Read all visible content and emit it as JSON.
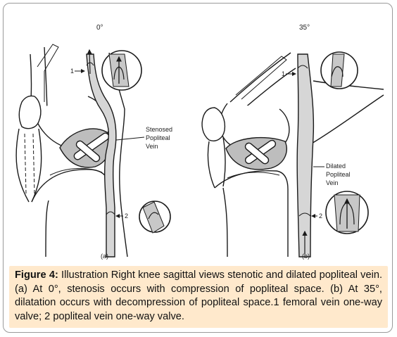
{
  "panels": [
    {
      "angle": "0°",
      "letter": "(a)",
      "label_1": "1",
      "label_2": "2",
      "vein_label": [
        "Stenosed",
        "Popliteal",
        "Vein"
      ]
    },
    {
      "angle": "35°",
      "letter": "(b)",
      "label_1": "1",
      "label_2": "2",
      "vein_label": [
        "Dilated",
        "Popliteal",
        "Vein"
      ]
    }
  ],
  "caption": {
    "label": "Figure 4:",
    "text": " Illustration Right knee sagittal views stenotic and dilated popliteal vein. (a) At 0°, stenosis occurs with compression of popliteal space. (b) At 35°, dilatation occurs with decompression of popliteal space.1 femoral vein one-way valve; 2 popliteal vein one-way valve."
  },
  "colors": {
    "caption_bg": "#ffe9cc",
    "vein_fill": "#d6d6d6",
    "meniscus_fill": "#bdbdbd",
    "outline": "#1a1a1a"
  }
}
